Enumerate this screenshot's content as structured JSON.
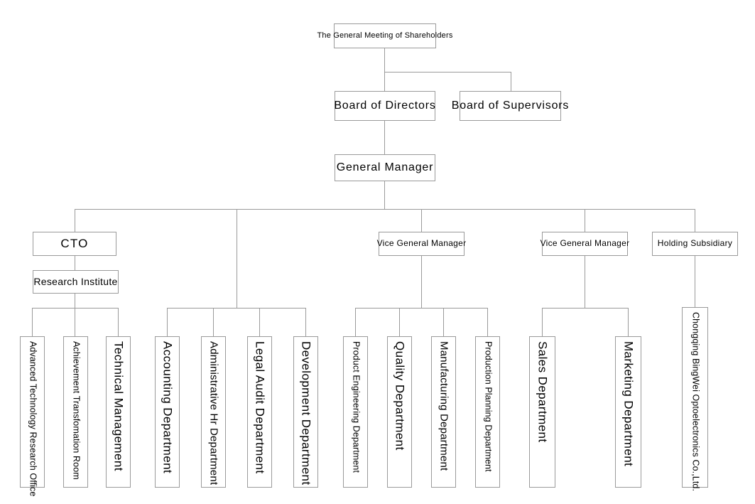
{
  "chart": {
    "title": "Company Organizational Structure Chart",
    "type": "org-chart",
    "line_color": "#9a9a9a",
    "box_border_color": "#9a9a9a",
    "background_color": "#ffffff",
    "text_color": "#000000"
  },
  "nodes": {
    "shareholders": "The General Meeting of Shareholders",
    "board_directors": "Board of Directors",
    "board_supervisors": "Board of Supervisors",
    "general_manager": "General  Manager",
    "cto": "CTO",
    "vice_gm_1": "Vice General Manager",
    "vice_gm_2": "Vice General Manager",
    "holding_subsidiary": "Holding Subsidiary",
    "research_institute": "Research Institute"
  },
  "leaves": {
    "research": [
      "Advanced Technology Research Office",
      "Achievement Transfomation Room",
      "Technical Management"
    ],
    "admin": [
      "Accounting Department",
      "Administrative Hr Department",
      "Legal Audit Department",
      "Development Department"
    ],
    "operations": [
      "Product Engineering Department",
      "Quality Department",
      "Manufacturing Department",
      "Production Planning Department"
    ],
    "commercial": [
      "Sales Department",
      "Marketing Department"
    ],
    "subsidiary": [
      "Chongqing BingWei Optoelectronics Co.,Ltd."
    ]
  }
}
